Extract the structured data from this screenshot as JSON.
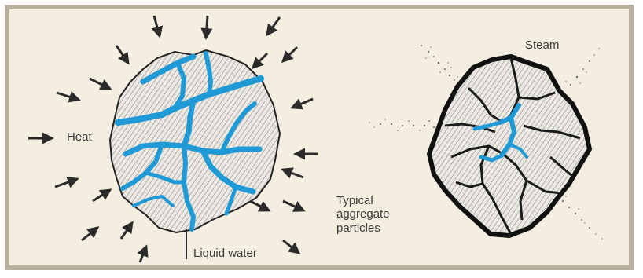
{
  "labels": {
    "heat": "Heat",
    "steam": "Steam",
    "liquid_water": "Liquid water",
    "aggregate_line1": "Typical",
    "aggregate_line2": "aggregate",
    "aggregate_line3": "particles"
  },
  "colors": {
    "panel_background": "#f3eedf",
    "panel_border": "#b6b09d",
    "water": "#1f9ad6",
    "arrow": "#2b2b2b",
    "particle_fill": "#e9e7e0",
    "particle_outline": "#222222"
  },
  "icons": {
    "heat_arrows": "arrow-icon",
    "steam_jets": "steam-spray-icon"
  }
}
